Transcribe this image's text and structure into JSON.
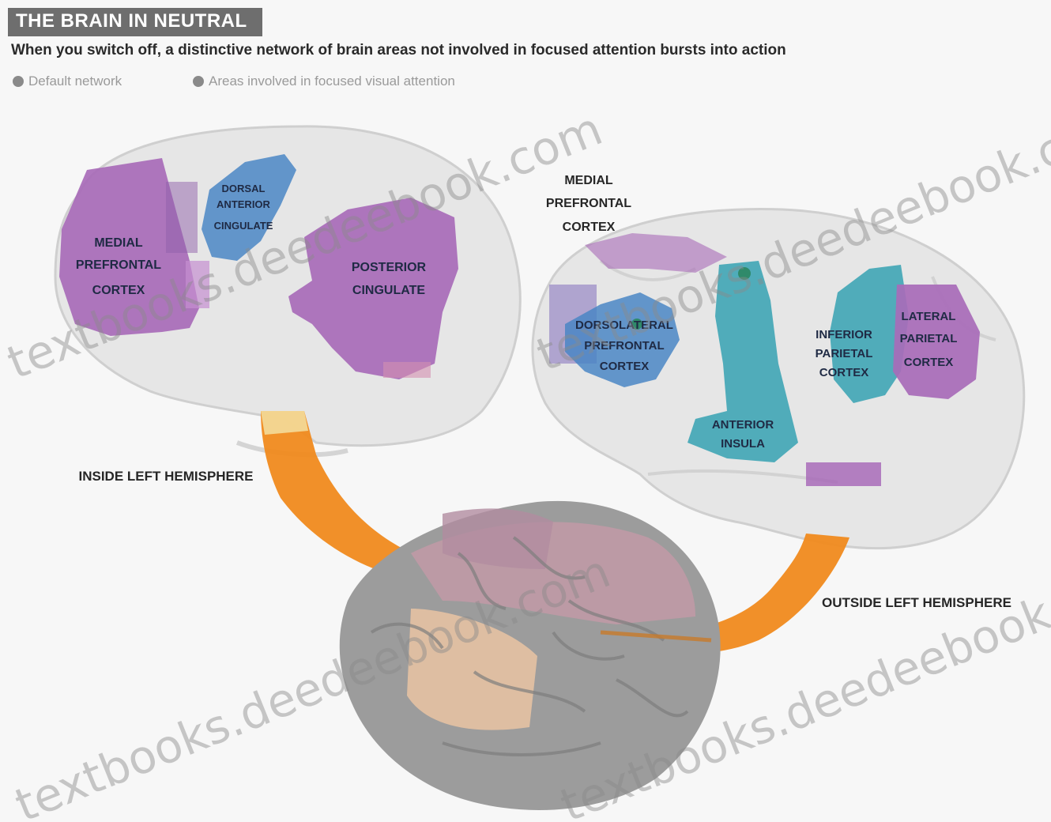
{
  "title": "THE BRAIN IN NEUTRAL",
  "subtitle": "When you switch off, a distinctive network of brain areas not involved in focused attention bursts into action",
  "legend": [
    {
      "label": "Default network",
      "color": "#8a8a8a"
    },
    {
      "label": "Areas involved in focused visual attention",
      "color": "#8a8a8a"
    }
  ],
  "inside_regions": {
    "medial_prefrontal": [
      "MEDIAL",
      "PREFRONTAL",
      "CORTEX"
    ],
    "dorsal_anterior_cingulate": [
      "DORSAL",
      "ANTERIOR",
      "CINGULATE"
    ],
    "posterior_cingulate": [
      "POSTERIOR",
      "CINGULATE"
    ]
  },
  "outside_regions": {
    "medial_prefrontal": [
      "MEDIAL",
      "PREFRONTAL",
      "CORTEX"
    ],
    "dorsolateral_prefrontal": [
      "DORSOLATERAL",
      "PREFRONTAL",
      "CORTEX"
    ],
    "anterior_insula": [
      "ANTERIOR",
      "INSULA"
    ],
    "inferior_parietal": [
      "INFERIOR",
      "PARIETAL",
      "CORTEX"
    ],
    "lateral_parietal": [
      "LATERAL",
      "PARIETAL",
      "CORTEX"
    ]
  },
  "hemisphere_labels": {
    "inside": "INSIDE LEFT HEMISPHERE",
    "outside": "OUTSIDE LEFT HEMISPHERE"
  },
  "watermark": "textbooks.deedeebook.com",
  "colors": {
    "default_network": "#a86bb8",
    "attention": "#3fa5b5",
    "attention_blue": "#4a86c4",
    "arrow": "#f08a1e",
    "brain_grey": "#e4e4e4"
  }
}
